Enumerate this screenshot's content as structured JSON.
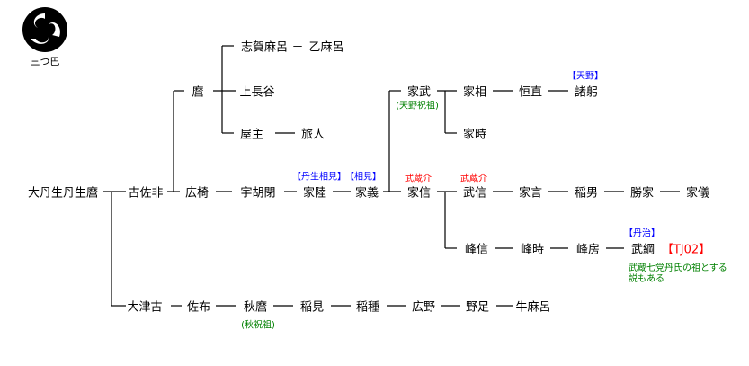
{
  "crest": {
    "label": "三つ巴"
  },
  "persons": {
    "ooniu": "大丹生丹生麿",
    "kosahi": "古佐非",
    "maro": "麿",
    "shigamaro": "志賀麻呂",
    "dash": "－",
    "otomaro": "乙麻呂",
    "kaminagatani": "上長谷",
    "yanushi": "屋主",
    "tabito": "旅人",
    "hiroki": "広椅",
    "ukohe": "宇胡閉",
    "ieriku": "家陸",
    "iegi": "家義",
    "ietake": "家武",
    "iesuke": "家相",
    "tsunenao": "恒直",
    "moromi": "諸躬",
    "ietoki": "家時",
    "ienobu": "家信",
    "takenobu": "武信",
    "iekoto": "家言",
    "ineo": "稲男",
    "katsuie": "勝家",
    "iegi2": "家儀",
    "minenobu": "峰信",
    "minetoki": "峰時",
    "minefusa": "峰房",
    "taketsuna": "武綱",
    "ootsuko": "大津古",
    "safu": "佐布",
    "akimaro": "秋麿",
    "inami": "稲見",
    "inetane": "稲種",
    "hirono": "広野",
    "notari": "野足",
    "ushimaro": "牛麻呂"
  },
  "annotations": {
    "niu_aimi": "【丹生相見】",
    "aimi": "【相見】",
    "amano": "【天野】",
    "amano_hafuri": "(天野祝祖)",
    "musashinosuke1": "武蔵介",
    "musashinosuke2": "武蔵介",
    "tanji": "【丹治】",
    "tj02": "【TJ02】",
    "aki_hafuri": "(秋祝祖)",
    "note_line1": "武蔵七党丹氏の祖とする",
    "note_line2": "説もある"
  }
}
